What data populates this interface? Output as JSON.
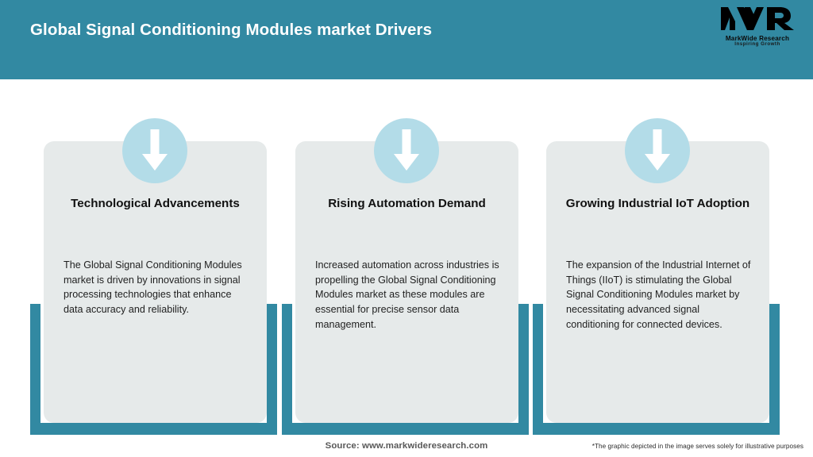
{
  "header": {
    "title": "Global Signal Conditioning Modules market Drivers",
    "background_color": "#3289A2",
    "title_color": "#FFFFFF",
    "logo": {
      "mark": "MWR",
      "name": "MarkWide Research",
      "tagline": "Inspiring Growth"
    }
  },
  "theme": {
    "accent_teal": "#3289A2",
    "card_gray": "#E6EAEA",
    "badge_blue": "#B3DCE8",
    "arrow_white": "#FFFFFF",
    "page_background": "#FFFFFF"
  },
  "cards": [
    {
      "icon": "down-arrow-icon",
      "title": "Technological Advancements",
      "body": "The Global Signal Conditioning Modules market is driven by innovations in signal processing technologies that enhance data accuracy and reliability."
    },
    {
      "icon": "down-arrow-icon",
      "title": "Rising Automation Demand",
      "body": "Increased automation across industries is propelling the Global Signal Conditioning Modules market as these modules are essential for precise sensor data management."
    },
    {
      "icon": "down-arrow-icon",
      "title": "Growing Industrial IoT Adoption",
      "body": "The expansion of the Industrial Internet of Things (IIoT) is stimulating the Global Signal Conditioning Modules market by necessitating advanced signal conditioning for connected devices."
    }
  ],
  "footer": {
    "source": "Source: www.markwideresearch.com",
    "disclaimer": "*The graphic depicted in the image serves solely for illustrative purposes"
  }
}
